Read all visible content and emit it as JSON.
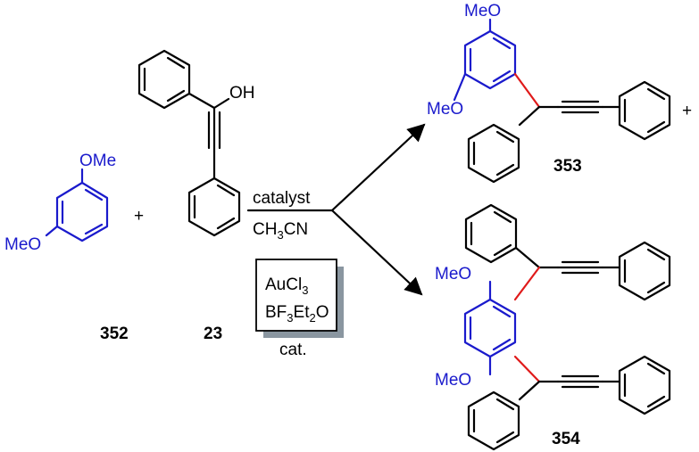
{
  "labels": {
    "ome": "OMe",
    "meo": "MeO",
    "oh": "OH",
    "plus": "+",
    "catalyst": "catalyst",
    "solvent_base": "CH",
    "solvent_sub": "3",
    "solvent_tail": "CN",
    "cat_note": "cat.",
    "box_line1_base": "AuCl",
    "box_line1_sub": "3",
    "box_line2_a": "BF",
    "box_line2_sub1": "3",
    "box_line2_b": "Et",
    "box_line2_sub2": "2",
    "box_line2_c": "O"
  },
  "compounds": {
    "c352": "352",
    "c23": "23",
    "c353": "353",
    "c354": "354"
  },
  "colors": {
    "reactant_blue": "#1a1acc",
    "new_bond_red": "#e01a1a",
    "bond_black": "#000000",
    "box_shadow": "#8a96a0"
  }
}
